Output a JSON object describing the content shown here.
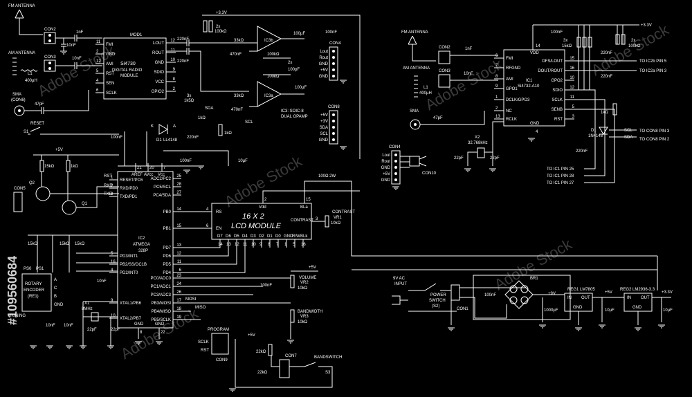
{
  "watermark": {
    "brand": "Adobe Stock",
    "id_text": "#109560684"
  },
  "left": {
    "fm_antenna": "FM ANTENNA",
    "am_antenna": "AM ANTENNA",
    "sma": "SMA",
    "sma_sub": "(CON6)",
    "reset": "RESET",
    "s1": "S1",
    "con2": "CON2",
    "con3": "CON3",
    "con5": "CON5",
    "l1": "L1",
    "l1_val": "400µH",
    "c_1nf": "1nF",
    "c_10nf_a": "10nF",
    "c_10nf_b": "10nF",
    "c_47pf": "47pF",
    "mod1": "MOD1",
    "mod1_chip": "Si4730",
    "mod1_desc1": "DIGITAL RADIO",
    "mod1_desc2": "MODULE",
    "mod1_pins_left": [
      "FMI",
      "GND",
      "AMI",
      "RST",
      "SEN",
      "SCLK"
    ],
    "mod1_pins_left_nums": [
      "11",
      "2",
      "12",
      "5",
      "4",
      "6"
    ],
    "mod1_pins_right": [
      "LOUT",
      "ROUT",
      "GND",
      "SDIO",
      "VCC",
      "GPIO2"
    ],
    "mod1_pins_right_nums": [
      "12",
      "11",
      "10",
      "9",
      "8",
      "2"
    ],
    "c_220nf_a": "220nF",
    "c_220nf_b": "220nF",
    "r_2x_100k": "2x",
    "r_2x_100k_val": "100kΩ",
    "r_3x_1k5": "3x",
    "r_3x_1k5_val": "1k5Ω",
    "r_33k_a": "33kΩ",
    "r_33k_b": "33kΩ",
    "r_100k_a": "100kΩ",
    "r_100k_b": "100kΩ",
    "c_470nf_a": "470nF",
    "c_470nf_b": "470nF",
    "c_2x_100pf": "2x",
    "c_2x_100pf_val": "100pF",
    "ic3b": "IC3b",
    "ic3a": "IC3a",
    "ic3_desc1": "IC3: SOIC-8",
    "ic3_desc2": "DUAL OPAMP",
    "c_100uf_a": "100µF",
    "c_100uf_b": "100µF",
    "c_100nf_top": "100nF",
    "con4": "CON4",
    "con4_pins": [
      "Lout",
      "Rout",
      "GND",
      "+5V",
      "GND"
    ],
    "con8": "CON8",
    "con8_pins": [
      "+5V",
      "+3V",
      "SDA",
      "SCL",
      "GND"
    ],
    "sda": "SDA",
    "scl": "SCL",
    "vcc_3v3": "+3.3V",
    "vcc_5v": "+5V",
    "d1": "D1",
    "d1_part": "LL4148",
    "d1_k": "K",
    "d1_a": "A",
    "c_220nf_d": "220nF",
    "r_1k_a": "1kΩ",
    "r_1k_b": "1kΩ",
    "c_100nf_a": "100nF",
    "c_100nf_b": "100nF",
    "c_10uf": "10µF",
    "r_15k": "15kΩ",
    "r_1k_c": "1kΩ",
    "q2": "Q2",
    "q1": "Q1",
    "ic2": "IC2",
    "ic2_chip": "ATMEGA",
    "ic2_sub": "328P",
    "ic2_top_pins": [
      "AREF",
      "AVcc",
      "Vcc"
    ],
    "ic2_top_nums": [
      "21",
      "20",
      "7"
    ],
    "ic2_pins_left": [
      "RESET/PC6",
      "RXD/PD0",
      "TXD/PD1",
      "PD3/INT1",
      "PB2/SS/OC1B",
      "PD2/INT0",
      "XTAL1/PB6",
      "XTAL2/PB7"
    ],
    "ic2_pins_left_nums": [
      "1",
      "2",
      "3",
      "5",
      "16",
      "4",
      "9",
      "10"
    ],
    "ic2_pins_right": [
      "ADC2/PC2",
      "PC5/SCL",
      "PC4/SDA",
      "PB0",
      "PB1",
      "PD7",
      "PD6",
      "PD5",
      "PD4",
      "PC0/ADC0",
      "PC1/ADC1",
      "PC3/ADC3",
      "PB3/MOSI",
      "PB4/MISO",
      "PB5/SCLK"
    ],
    "ic2_pins_right_nums": [
      "25",
      "28",
      "27",
      "14",
      "15",
      "13",
      "12",
      "11",
      "6",
      "23",
      "24",
      "26",
      "17",
      "18",
      "19"
    ],
    "ic2_bot_pins": [
      "GND",
      "GND"
    ],
    "ic2_bot_nums": [
      "8",
      "22"
    ],
    "rst": "RST",
    "rxd": "RXD",
    "txd": "TXD",
    "ps0": "PS0",
    "ps1": "PS1",
    "rotary": "ROTARY",
    "encoder": "ENCODER",
    "re1": "(RE1)",
    "rot_pins": [
      "A",
      "C",
      "B",
      "GND"
    ],
    "tuning": "TUNING",
    "r_15k_b": "15kΩ",
    "r_15k_c": "15kΩ",
    "r_15k_d": "15kΩ",
    "c_10nf_c": "10nF",
    "c_10nf_d": "10nF",
    "c_10nf_e": "10nF",
    "x1": "X1",
    "x1_val": "8MHz",
    "c_22pf_a": "22pF",
    "c_22pf_b": "22pF",
    "lcd": "16 X 2",
    "lcd2": "LCD MODULE",
    "lcd_pins_top": [
      "Vdd",
      "BLa"
    ],
    "lcd_pins_top_nums": [
      "2",
      "15"
    ],
    "lcd_pins_left": [
      "RS",
      "EN"
    ],
    "lcd_pins_left_nums": [
      "4",
      "6"
    ],
    "lcd_pins_bot": [
      "D7",
      "D6",
      "D5",
      "D4",
      "D3",
      "D2",
      "D1",
      "D0",
      "GND",
      "R/W",
      "BLk"
    ],
    "lcd_pins_bot_nums": [
      "14",
      "13",
      "12",
      "11",
      "10",
      "9",
      "8",
      "7",
      "1",
      "5",
      "16"
    ],
    "lcd_contrast": "CONTRAST",
    "lcd_contrast_num": "3",
    "vr1": "VR1",
    "vr1_val": "10kΩ",
    "vr1_label": "CONTRAST",
    "r_100r_2w": "100Ω 2W",
    "volume": "VOLUME",
    "vr2": "VR2",
    "vr2_val": "10kΩ",
    "bandwidth": "BANDWIDTH",
    "vr3": "VR3",
    "vr3_val": "10kΩ",
    "c_100nf_c": "100nF",
    "mosi": "MOSI",
    "miso": "MISO",
    "program": "PROGRAM",
    "sclk": "SCLK",
    "rst2": "RST",
    "con9": "CON9",
    "con7": "CON7",
    "bandswitch": "BANDSWITCH",
    "s3": "S3",
    "r_22k_a": "22kΩ",
    "r_22k_b": "22kΩ"
  },
  "right": {
    "fm_antenna": "FM ANTENNA",
    "am_antenna": "AM ANTENNA",
    "sma": "SMA",
    "con2": "CON2",
    "con3": "CON3",
    "l1": "L1",
    "l1_val": "400µH",
    "c_1nf": "1nF",
    "c_10nf": "10nF",
    "c_47pf": "47pF",
    "c_100nf": "100nF",
    "r_3x_15k": "3x",
    "r_3x_15k_val": "15kΩ",
    "r_2x_100k": "2x",
    "r_2x_100k_val": "100kΩ",
    "vcc": "+3.3V",
    "ic1": "IC1",
    "ic1_chip": "Si4732-A10",
    "ic1_vdd": "VDD",
    "ic1_gnd": "GND",
    "ic1_pins_left": [
      "FMI",
      "RFGND",
      "AMI",
      "GPO1",
      "DCLK/GPO3",
      "NC",
      "RCLK"
    ],
    "ic1_pins_left_nums": [
      "6",
      "7",
      "8",
      "9",
      "1",
      "2",
      "13"
    ],
    "ic1_pins_right": [
      "DFS/LOUT",
      "DOUT/ROUT",
      "GPO2",
      "SDIO",
      "SCLK",
      "SENB",
      "RST"
    ],
    "ic1_pins_right_nums": [
      "15",
      "16",
      "10",
      "12",
      "11",
      "5",
      "3"
    ],
    "ic1_top_num": "14",
    "ic1_bot_num": "4",
    "c_220nf_a": "220nF",
    "c_220nf_b": "220nF",
    "to_ic2b": "TO IC2b PIN 5",
    "to_ic2a": "TO IC2a PIN 3",
    "r_1k": "1kΩ",
    "d1": "D1",
    "d1_part": "1N4148",
    "c_220nf_c": "220nF",
    "to_con8_3": "TO CON8 PIN 3",
    "to_con8_2": "TO CON8 PIN 2",
    "scl": "SCL",
    "sda": "SDA",
    "to_ic1_25": "TO IC1 PIN 25",
    "to_ic1_28": "TO IC1 PIN 28",
    "to_ic1_27": "TO IC1 PIN 27",
    "x2": "X2",
    "x2_val": "32.768kHz",
    "c_22pf_a": "22pF",
    "c_22pf_b": "22pF",
    "con4": "CON4",
    "con4_pins": [
      "Lout",
      "Rout",
      "GND",
      "+5V",
      "GND"
    ],
    "con10": "CON10"
  },
  "power": {
    "input1": "9V AC",
    "input2": "INPUT",
    "switch1": "POWER",
    "switch2": "SWITCH",
    "switch3": "(S2)",
    "con1": "CON1",
    "c_100nf": "100nF",
    "br1": "BR1",
    "vin": "+9V",
    "c_1000uf": "1000µF",
    "reg1": "REG1 LM7805",
    "reg1_in": "IN",
    "reg1_out": "OUT",
    "reg1_gnd": "GND",
    "v5": "+5V",
    "c_10uf_a": "10µF",
    "reg2": "REG2 LM2936-3.3",
    "reg2_in": "IN",
    "reg2_out": "OUT",
    "reg2_gnd": "GND",
    "v33": "+3.3V",
    "c_10uf_b": "10µF"
  },
  "colors": {
    "background": "#000000",
    "ink": "#ffffff",
    "watermark": "#3a3a3a"
  }
}
